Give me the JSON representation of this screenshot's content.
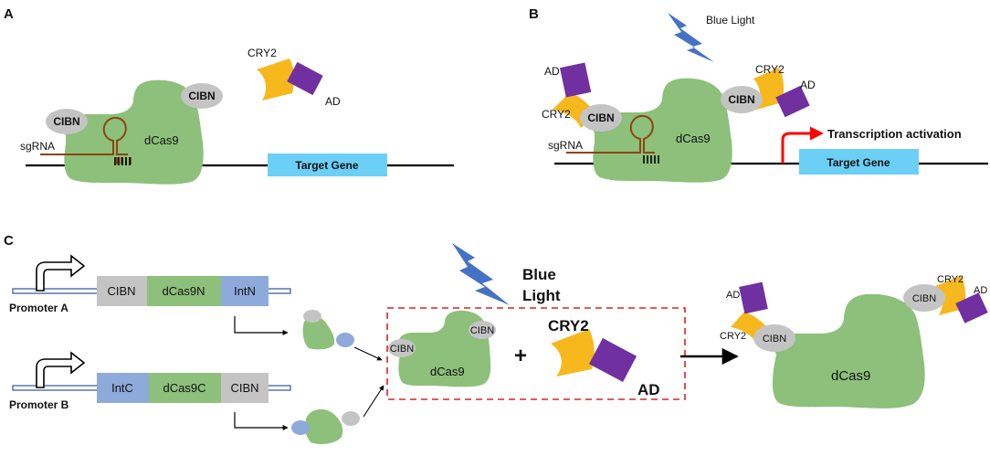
{
  "panels": {
    "a": {
      "letter": "A",
      "cry2": "CRY2",
      "ad": "AD",
      "cibn_top": "CIBN",
      "cibn_left": "CIBN",
      "sgrna": "sgRNA",
      "dcas9": "dCas9",
      "target_gene": "Target Gene"
    },
    "b": {
      "letter": "B",
      "blue_light": "Blue Light",
      "ad_left": "AD",
      "cry2_left": "CRY2",
      "cibn_left": "CIBN",
      "cibn_right": "CIBN",
      "cry2_right": "CRY2",
      "ad_right": "AD",
      "sgrna": "sgRNA",
      "dcas9": "dCas9",
      "transcription_activation": "Transcription activation",
      "target_gene": "Target Gene"
    },
    "c": {
      "letter": "C",
      "promoter_a": "Promoter A",
      "promoter_b": "Promoter B",
      "construct_a": [
        "CIBN",
        "dCas9N",
        "IntN"
      ],
      "construct_b": [
        "IntC",
        "dCas9C",
        "CIBN"
      ],
      "blue_light_line1": "Blue",
      "blue_light_line2": "Light",
      "box_cibn_left": "CIBN",
      "box_cibn_right": "CIBN",
      "box_dcas9": "dCas9",
      "plus": "+",
      "box_cry2": "CRY2",
      "box_ad": "AD",
      "result_ad_left": "AD",
      "result_cry2_left": "CRY2",
      "result_cibn_left": "CIBN",
      "result_cibn_right": "CIBN",
      "result_cry2_right": "CRY2",
      "result_ad_right": "AD",
      "result_dcas9": "dCas9"
    }
  },
  "colors": {
    "dcas9_green": "#8dc07a",
    "cibn_gray": "#c4c4c4",
    "cry2_yellow": "#f6b81d",
    "ad_purple": "#7030a0",
    "target_gene_blue": "#6ccff6",
    "lightning_blue": "#4472c4",
    "intein_blue": "#8eaadb",
    "sgrna_brown": "#8b4513",
    "activation_red": "#ff0000",
    "dashed_box_red": "#e02020"
  },
  "icons": [
    "lightning-icon",
    "promoter-arrow-icon",
    "activation-arrow-icon"
  ]
}
